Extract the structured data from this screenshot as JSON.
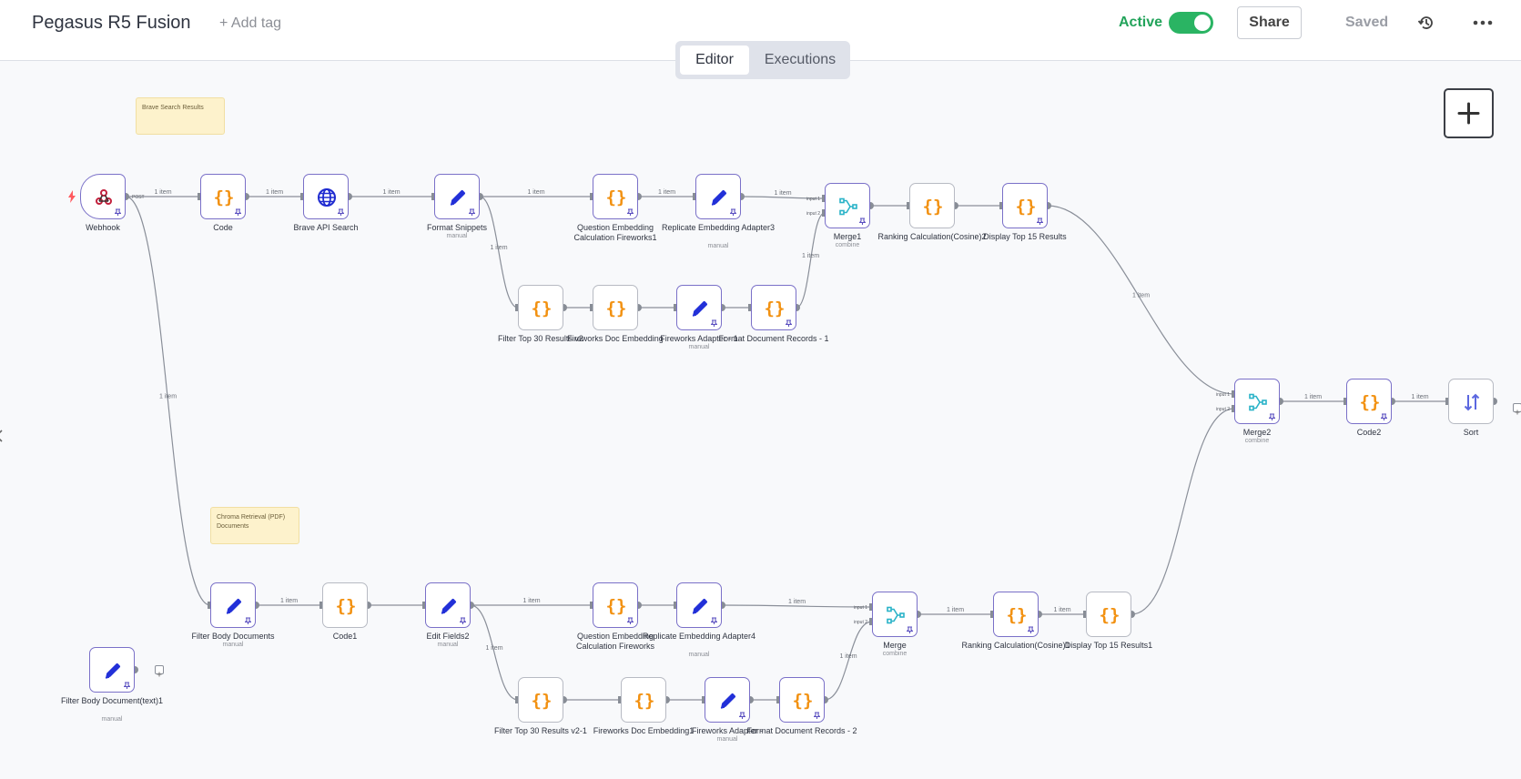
{
  "header": {
    "workflow_name": "Pegasus R5 Fusion",
    "add_tag": "+ Add tag",
    "active_label": "Active",
    "active": true,
    "share_label": "Share",
    "saved_label": "Saved",
    "history_icon": "history-icon",
    "more_icon": "more-horizontal-icon"
  },
  "tabs": {
    "editor": "Editor",
    "executions": "Executions",
    "selected": "Editor"
  },
  "canvas": {
    "add_icon": "plus-icon",
    "sticky_notes": [
      "Brave Search Results",
      "Chroma Retrieval (PDF) Documents"
    ],
    "edge_label": "1 item",
    "port_labels": {
      "post": "POST",
      "input1": "input 1",
      "input2": "input 2"
    },
    "nodes": {
      "webhook": {
        "name": "Webhook",
        "icon": "webhook-icon"
      },
      "code": {
        "name": "Code",
        "icon": "code-braces-icon"
      },
      "brave": {
        "name": "Brave API Search",
        "icon": "globe-icon"
      },
      "fmt_snippets": {
        "name": "Format Snippets",
        "sub": "manual",
        "icon": "pencil-icon"
      },
      "qemb_fw1": {
        "name": "Question Embedding Calculation Fireworks1",
        "icon": "code-braces-icon"
      },
      "rep_adapter3": {
        "name": "Replicate Embedding Adapter3",
        "sub": "manual",
        "icon": "pencil-icon"
      },
      "merge1": {
        "name": "Merge1",
        "sub": "combine",
        "icon": "merge-icon"
      },
      "rank2": {
        "name": "Ranking Calculation(Cosine)2",
        "icon": "code-braces-icon"
      },
      "top15": {
        "name": "Display Top 15 Results",
        "icon": "code-braces-icon"
      },
      "filter30v2": {
        "name": "Filter Top 30 Results v2",
        "icon": "code-braces-icon"
      },
      "fw_doc_emb": {
        "name": "Fireworks Doc Embedding",
        "icon": "code-braces-icon"
      },
      "fw_adapter1": {
        "name": "Fireworks Adapter - 1",
        "sub": "manual",
        "icon": "pencil-icon"
      },
      "fmt_doc1": {
        "name": "Format Document Records - 1",
        "icon": "code-braces-icon"
      },
      "merge2": {
        "name": "Merge2",
        "sub": "combine",
        "icon": "merge-icon"
      },
      "code2": {
        "name": "Code2",
        "icon": "code-braces-icon"
      },
      "sort": {
        "name": "Sort",
        "icon": "sort-arrows-icon"
      },
      "filter_body": {
        "name": "Filter Body Documents",
        "sub": "manual",
        "icon": "pencil-icon"
      },
      "code1": {
        "name": "Code1",
        "icon": "code-braces-icon"
      },
      "edit_fields2": {
        "name": "Edit Fields2",
        "sub": "manual",
        "icon": "pencil-icon"
      },
      "qemb_fw": {
        "name": "Question Embedding Calculation Fireworks",
        "icon": "code-braces-icon"
      },
      "rep_adapter4": {
        "name": "Replicate Embedding Adapter4",
        "sub": "manual",
        "icon": "pencil-icon"
      },
      "merge": {
        "name": "Merge",
        "sub": "combine",
        "icon": "merge-icon"
      },
      "rank1": {
        "name": "Ranking Calculation(Cosine)1",
        "icon": "code-braces-icon"
      },
      "top15_1": {
        "name": "Display Top 15 Results1",
        "icon": "code-braces-icon"
      },
      "filter30v2_1": {
        "name": "Filter Top 30 Results v2-1",
        "icon": "code-braces-icon"
      },
      "fw_doc_emb1": {
        "name": "Fireworks Doc Embedding1",
        "icon": "code-braces-icon"
      },
      "fw_adapter": {
        "name": "Fireworks Adapter -",
        "sub": "manual",
        "icon": "pencil-icon"
      },
      "fmt_doc2": {
        "name": "Format Document Records - 2",
        "icon": "code-braces-icon"
      },
      "filter_body_text": {
        "name": "Filter Body Document(text)1",
        "sub": "manual",
        "icon": "pencil-icon"
      }
    }
  }
}
